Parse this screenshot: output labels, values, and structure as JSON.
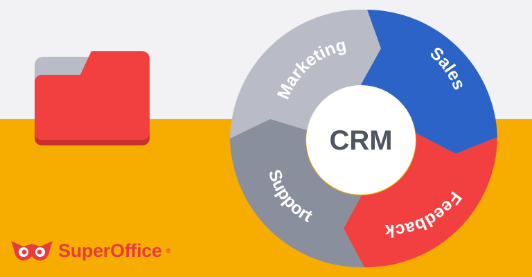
{
  "diagram": {
    "center": "CRM",
    "segments": [
      {
        "id": "marketing",
        "label": "Marketing",
        "color": "#b9bcc7"
      },
      {
        "id": "sales",
        "label": "Sales",
        "color": "#2c63c6"
      },
      {
        "id": "feedback",
        "label": "Feedback",
        "color": "#f23f3f"
      },
      {
        "id": "support",
        "label": "Support",
        "color": "#8a8f9e"
      }
    ]
  },
  "brand": {
    "name": "SuperOffice",
    "mark": "registered"
  },
  "colors": {
    "top_background": "#f2f2f4",
    "bottom_background": "#f7ac00",
    "folder_front": "#f23f3f",
    "folder_back": "#b9bcc7",
    "brand": "#e73c3e"
  },
  "icons": [
    "folder-icon",
    "owl-logo-icon"
  ]
}
